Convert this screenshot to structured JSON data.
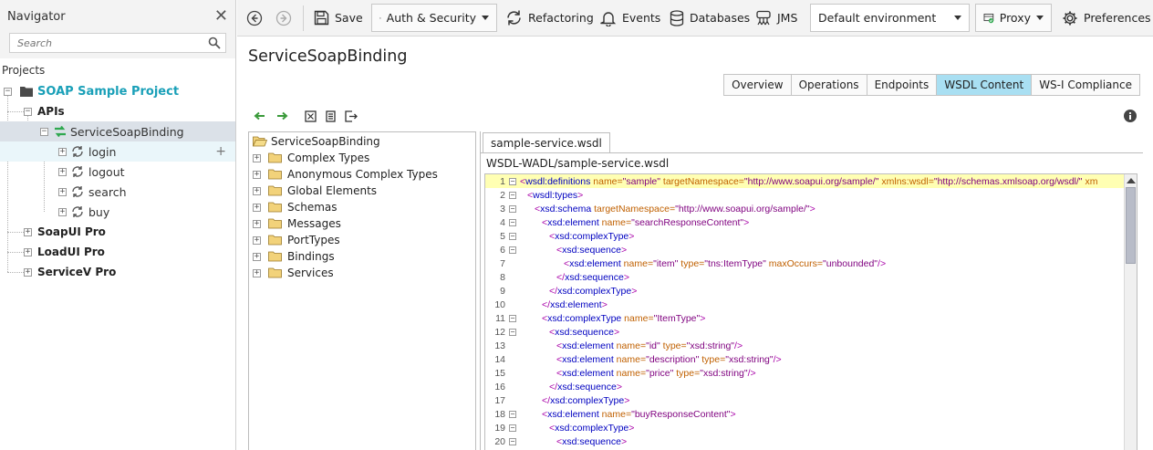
{
  "navigator": {
    "title": "Navigator",
    "search_placeholder": "Search",
    "projects_label": "Projects",
    "tree": [
      {
        "label": "SOAP Sample Project",
        "kind": "project"
      },
      {
        "label": "APIs",
        "kind": "folder"
      },
      {
        "label": "ServiceSoapBinding",
        "kind": "binding"
      },
      {
        "label": "login",
        "kind": "operation"
      },
      {
        "label": "logout",
        "kind": "operation"
      },
      {
        "label": "search",
        "kind": "operation"
      },
      {
        "label": "buy",
        "kind": "operation"
      },
      {
        "label": "SoapUI Pro",
        "kind": "product"
      },
      {
        "label": "LoadUI Pro",
        "kind": "product"
      },
      {
        "label": "ServiceV Pro",
        "kind": "product"
      }
    ]
  },
  "toolbar": {
    "save": "Save",
    "auth_security": "Auth & Security",
    "refactoring": "Refactoring",
    "events": "Events",
    "databases": "Databases",
    "jms": "JMS",
    "environment": "Default environment",
    "proxy": "Proxy",
    "preferences": "Preferences"
  },
  "main": {
    "title": "ServiceSoapBinding",
    "tabs": [
      "Overview",
      "Operations",
      "Endpoints",
      "WSDL Content",
      "WS-I Compliance"
    ],
    "active_tab": "WSDL Content",
    "wsdl_tree": [
      "ServiceSoapBinding",
      "Complex Types",
      "Anonymous Complex Types",
      "Global Elements",
      "Schemas",
      "Messages",
      "PortTypes",
      "Bindings",
      "Services"
    ],
    "file_tab": "sample-service.wsdl",
    "file_path": "WSDL-WADL/sample-service.wsdl",
    "code_lines": [
      {
        "n": "1",
        "fold": true,
        "indent": 0,
        "hl": true,
        "parts": [
          [
            "br",
            "<"
          ],
          [
            "tag",
            "wsdl:definitions"
          ],
          [
            "attr",
            " name="
          ],
          [
            "val",
            "\"sample\""
          ],
          [
            "attr",
            " targetNamespace="
          ],
          [
            "val",
            "\"http://www.soapui.org/sample/\""
          ],
          [
            "attr",
            " xmlns:wsdl="
          ],
          [
            "val",
            "\"http://schemas.xmlsoap.org/wsdl/\""
          ],
          [
            "attr",
            " xm"
          ]
        ]
      },
      {
        "n": "2",
        "fold": true,
        "indent": 1,
        "parts": [
          [
            "br",
            "<"
          ],
          [
            "tag",
            "wsdl:types"
          ],
          [
            "br",
            ">"
          ]
        ]
      },
      {
        "n": "3",
        "fold": true,
        "indent": 2,
        "parts": [
          [
            "br",
            "<"
          ],
          [
            "tag",
            "xsd:schema"
          ],
          [
            "attr",
            " targetNamespace="
          ],
          [
            "val",
            "\"http://www.soapui.org/sample/\""
          ],
          [
            "br",
            ">"
          ]
        ]
      },
      {
        "n": "4",
        "fold": true,
        "indent": 3,
        "parts": [
          [
            "br",
            "<"
          ],
          [
            "tag",
            "xsd:element"
          ],
          [
            "attr",
            " name="
          ],
          [
            "val",
            "\"searchResponseContent\""
          ],
          [
            "br",
            ">"
          ]
        ]
      },
      {
        "n": "5",
        "fold": true,
        "indent": 4,
        "parts": [
          [
            "br",
            "<"
          ],
          [
            "tag",
            "xsd:complexType"
          ],
          [
            "br",
            ">"
          ]
        ]
      },
      {
        "n": "6",
        "fold": true,
        "indent": 5,
        "parts": [
          [
            "br",
            "<"
          ],
          [
            "tag",
            "xsd:sequence"
          ],
          [
            "br",
            ">"
          ]
        ]
      },
      {
        "n": "7",
        "fold": false,
        "indent": 6,
        "parts": [
          [
            "br",
            "<"
          ],
          [
            "tag",
            "xsd:element"
          ],
          [
            "attr",
            " name="
          ],
          [
            "val",
            "\"item\""
          ],
          [
            "attr",
            " type="
          ],
          [
            "val",
            "\"tns:ItemType\""
          ],
          [
            "attr",
            " maxOccurs="
          ],
          [
            "val",
            "\"unbounded\""
          ],
          [
            "br",
            "/>"
          ]
        ]
      },
      {
        "n": "8",
        "fold": false,
        "indent": 5,
        "parts": [
          [
            "br",
            "</"
          ],
          [
            "tag",
            "xsd:sequence"
          ],
          [
            "br",
            ">"
          ]
        ]
      },
      {
        "n": "9",
        "fold": false,
        "indent": 4,
        "parts": [
          [
            "br",
            "</"
          ],
          [
            "tag",
            "xsd:complexType"
          ],
          [
            "br",
            ">"
          ]
        ]
      },
      {
        "n": "10",
        "fold": false,
        "indent": 3,
        "parts": [
          [
            "br",
            "</"
          ],
          [
            "tag",
            "xsd:element"
          ],
          [
            "br",
            ">"
          ]
        ]
      },
      {
        "n": "11",
        "fold": true,
        "indent": 3,
        "parts": [
          [
            "br",
            "<"
          ],
          [
            "tag",
            "xsd:complexType"
          ],
          [
            "attr",
            " name="
          ],
          [
            "val",
            "\"ItemType\""
          ],
          [
            "br",
            ">"
          ]
        ]
      },
      {
        "n": "12",
        "fold": true,
        "indent": 4,
        "parts": [
          [
            "br",
            "<"
          ],
          [
            "tag",
            "xsd:sequence"
          ],
          [
            "br",
            ">"
          ]
        ]
      },
      {
        "n": "13",
        "fold": false,
        "indent": 5,
        "parts": [
          [
            "br",
            "<"
          ],
          [
            "tag",
            "xsd:element"
          ],
          [
            "attr",
            " name="
          ],
          [
            "val",
            "\"id\""
          ],
          [
            "attr",
            " type="
          ],
          [
            "val",
            "\"xsd:string\""
          ],
          [
            "br",
            "/>"
          ]
        ]
      },
      {
        "n": "14",
        "fold": false,
        "indent": 5,
        "parts": [
          [
            "br",
            "<"
          ],
          [
            "tag",
            "xsd:element"
          ],
          [
            "attr",
            " name="
          ],
          [
            "val",
            "\"description\""
          ],
          [
            "attr",
            " type="
          ],
          [
            "val",
            "\"xsd:string\""
          ],
          [
            "br",
            "/>"
          ]
        ]
      },
      {
        "n": "15",
        "fold": false,
        "indent": 5,
        "parts": [
          [
            "br",
            "<"
          ],
          [
            "tag",
            "xsd:element"
          ],
          [
            "attr",
            " name="
          ],
          [
            "val",
            "\"price\""
          ],
          [
            "attr",
            " type="
          ],
          [
            "val",
            "\"xsd:string\""
          ],
          [
            "br",
            "/>"
          ]
        ]
      },
      {
        "n": "16",
        "fold": false,
        "indent": 4,
        "parts": [
          [
            "br",
            "</"
          ],
          [
            "tag",
            "xsd:sequence"
          ],
          [
            "br",
            ">"
          ]
        ]
      },
      {
        "n": "17",
        "fold": false,
        "indent": 3,
        "parts": [
          [
            "br",
            "</"
          ],
          [
            "tag",
            "xsd:complexType"
          ],
          [
            "br",
            ">"
          ]
        ]
      },
      {
        "n": "18",
        "fold": true,
        "indent": 3,
        "parts": [
          [
            "br",
            "<"
          ],
          [
            "tag",
            "xsd:element"
          ],
          [
            "attr",
            " name="
          ],
          [
            "val",
            "\"buyResponseContent\""
          ],
          [
            "br",
            ">"
          ]
        ]
      },
      {
        "n": "19",
        "fold": true,
        "indent": 4,
        "parts": [
          [
            "br",
            "<"
          ],
          [
            "tag",
            "xsd:complexType"
          ],
          [
            "br",
            ">"
          ]
        ]
      },
      {
        "n": "20",
        "fold": true,
        "indent": 5,
        "parts": [
          [
            "br",
            "<"
          ],
          [
            "tag",
            "xsd:sequence"
          ],
          [
            "br",
            ">"
          ]
        ]
      }
    ]
  },
  "colors": {
    "project": "#1aa0b8",
    "active_tab": "#a9dff2",
    "highlight_line": "#ffffb3",
    "binding_icon": "#2fa84f"
  }
}
